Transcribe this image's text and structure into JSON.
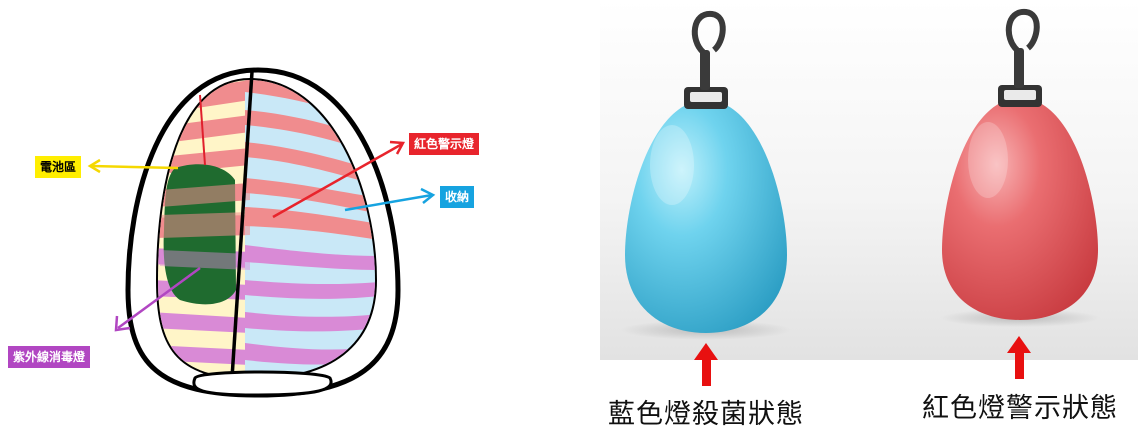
{
  "diagram": {
    "labels": {
      "battery": "電池區",
      "red_warning_light": "紅色警示燈",
      "storage": "收納",
      "uv_light": "紫外線消毒燈"
    },
    "colors": {
      "battery": "#ffee00",
      "red_warning_light": "#e8242c",
      "storage": "#16a3e0",
      "uv_light": "#b146c2",
      "battery_block": "#1f6b2f",
      "pink_band": "#f08c8e",
      "blue_band": "#c9e8f7",
      "violet_band": "#d98ad6",
      "cream": "#fff5c8"
    }
  },
  "photos": {
    "blue_state": "藍色燈殺菌狀態",
    "red_state": "紅色燈警示狀態",
    "colors": {
      "blue_egg": "#4fc4e6",
      "red_egg": "#e45a5e",
      "arrow": "#e81010"
    }
  }
}
